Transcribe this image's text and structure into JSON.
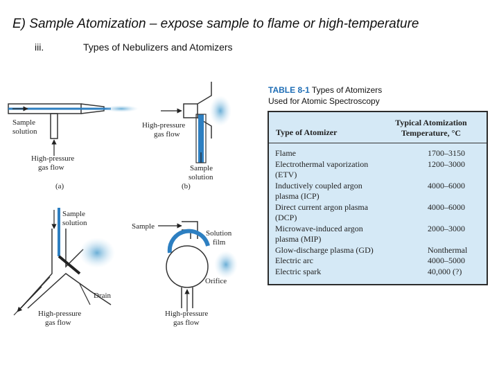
{
  "title": "E) Sample Atomization – expose sample to flame or high-temperature",
  "subheading": {
    "number": "iii.",
    "text": "Types of Nebulizers and Atomizers"
  },
  "figure": {
    "a": {
      "sample": "Sample",
      "solution": "solution",
      "gas1": "High-pressure",
      "gas2": "gas flow",
      "tag": "(a)"
    },
    "b": {
      "gas1": "High-pressure",
      "gas2": "gas flow",
      "sample": "Sample",
      "solution": "solution",
      "tag": "(b)"
    },
    "c": {
      "sample": "Sample",
      "solution": "solution",
      "drain": "Drain",
      "gas1": "High-pressure",
      "gas2": "gas flow"
    },
    "d": {
      "sample": "Sample",
      "film1": "Solution",
      "film2": "film",
      "orifice": "Orifice",
      "gas1": "High-pressure",
      "gas2": "gas flow"
    }
  },
  "table": {
    "caption_number": "TABLE 8-1",
    "caption_line1": "Types of Atomizers",
    "caption_line2": "Used for Atomic Spectroscopy",
    "header_type": "Type of Atomizer",
    "header_temp_line1": "Typical Atomization",
    "header_temp_line2": "Temperature, °C",
    "rows": [
      {
        "type": [
          "Flame"
        ],
        "temp": "1700–3150"
      },
      {
        "type": [
          "Electrothermal vaporization",
          "(ETV)"
        ],
        "temp": "1200–3000"
      },
      {
        "type": [
          "Inductively coupled argon",
          "plasma (ICP)"
        ],
        "temp": "4000–6000"
      },
      {
        "type": [
          "Direct current argon plasma",
          "(DCP)"
        ],
        "temp": "4000–6000"
      },
      {
        "type": [
          "Microwave-induced argon",
          "plasma (MIP)"
        ],
        "temp": "2000–3000"
      },
      {
        "type": [
          "Glow-discharge plasma (GD)"
        ],
        "temp": "Nonthermal"
      },
      {
        "type": [
          "Electric arc"
        ],
        "temp": "4000–5000"
      },
      {
        "type": [
          "Electric spark"
        ],
        "temp": "40,000 (?)"
      }
    ]
  }
}
